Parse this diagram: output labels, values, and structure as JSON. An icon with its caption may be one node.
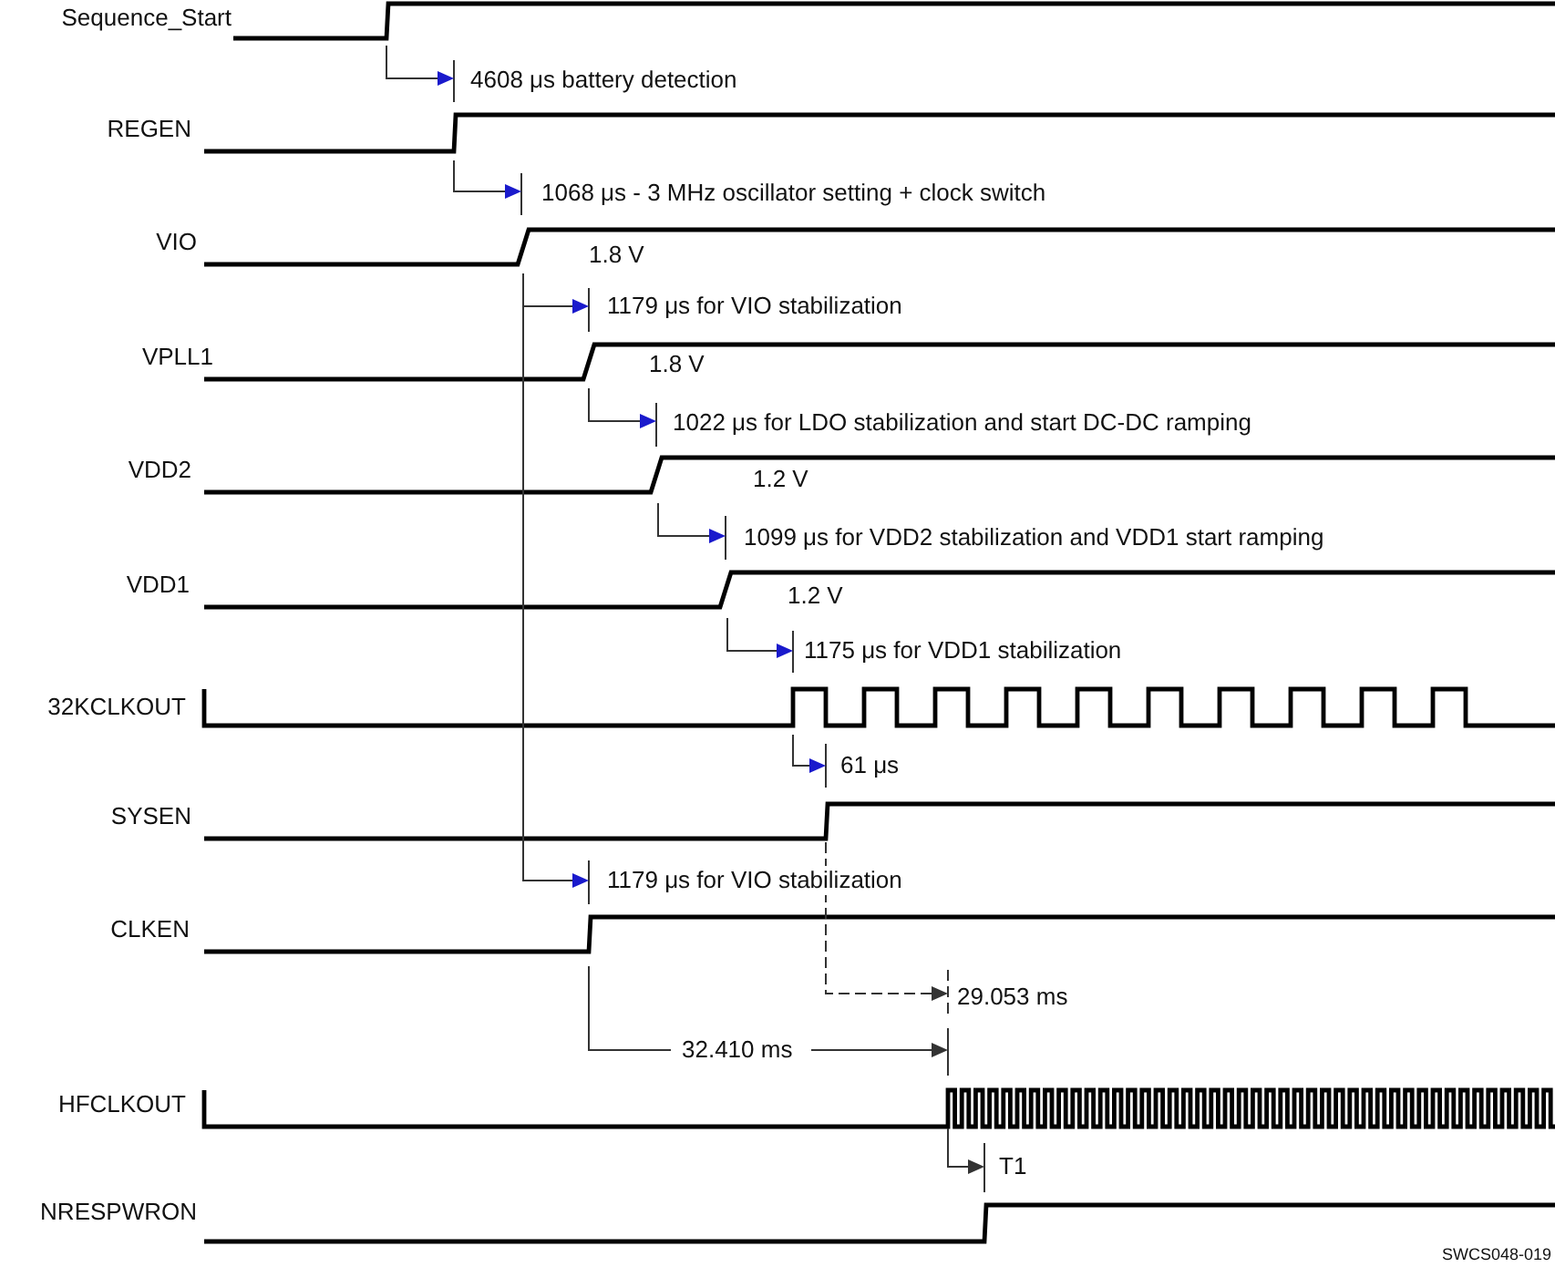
{
  "diagram": {
    "labels": [
      "Sequence_Start",
      "4608 μs battery detection",
      "REGEN",
      "1068 μs - 3 MHz oscillator setting + clock switch",
      "VIO",
      "1.8 V",
      "1179 μs for VIO stabilization",
      "VPLL1",
      "1.8 V",
      "1022 μs for LDO stabilization and start DC-DC ramping",
      "VDD2",
      "1.2 V",
      "1099 μs for VDD2 stabilization and VDD1 start ramping",
      "VDD1",
      "1.2 V",
      "1175 μs for VDD1 stabilization",
      "32KCLKOUT",
      "61 μs",
      "SYSEN",
      "1179 μs for VIO stabilization",
      "CLKEN",
      "29.053 ms",
      "32.410 ms",
      "HFCLKOUT",
      "T1",
      "NRESPWRON",
      "SWCS048-019"
    ]
  }
}
